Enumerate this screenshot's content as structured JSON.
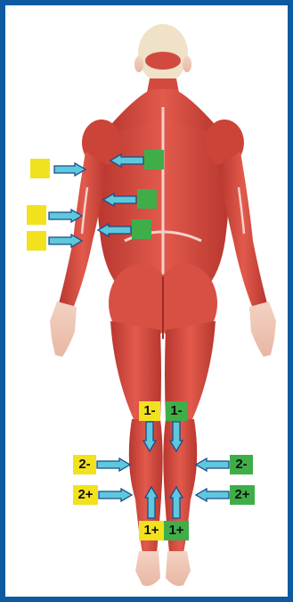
{
  "colors": {
    "frame": "#0e5aa0",
    "yellow": "#f2e21e",
    "green": "#3fae49",
    "arrow_fill": "#5ec8dd",
    "arrow_stroke": "#1a4c8a",
    "muscle": "#d2473d"
  },
  "image": {
    "subject": "posterior-muscle-figure"
  },
  "labels": {
    "calf_top_left": "1-",
    "calf_top_right": "1-",
    "calf_mid_left": "2-",
    "calf_mid_right": "2-",
    "calf_low_left": "2+",
    "calf_low_right": "2+",
    "calf_bottom_left": "1+",
    "calf_bottom_right": "1+"
  }
}
